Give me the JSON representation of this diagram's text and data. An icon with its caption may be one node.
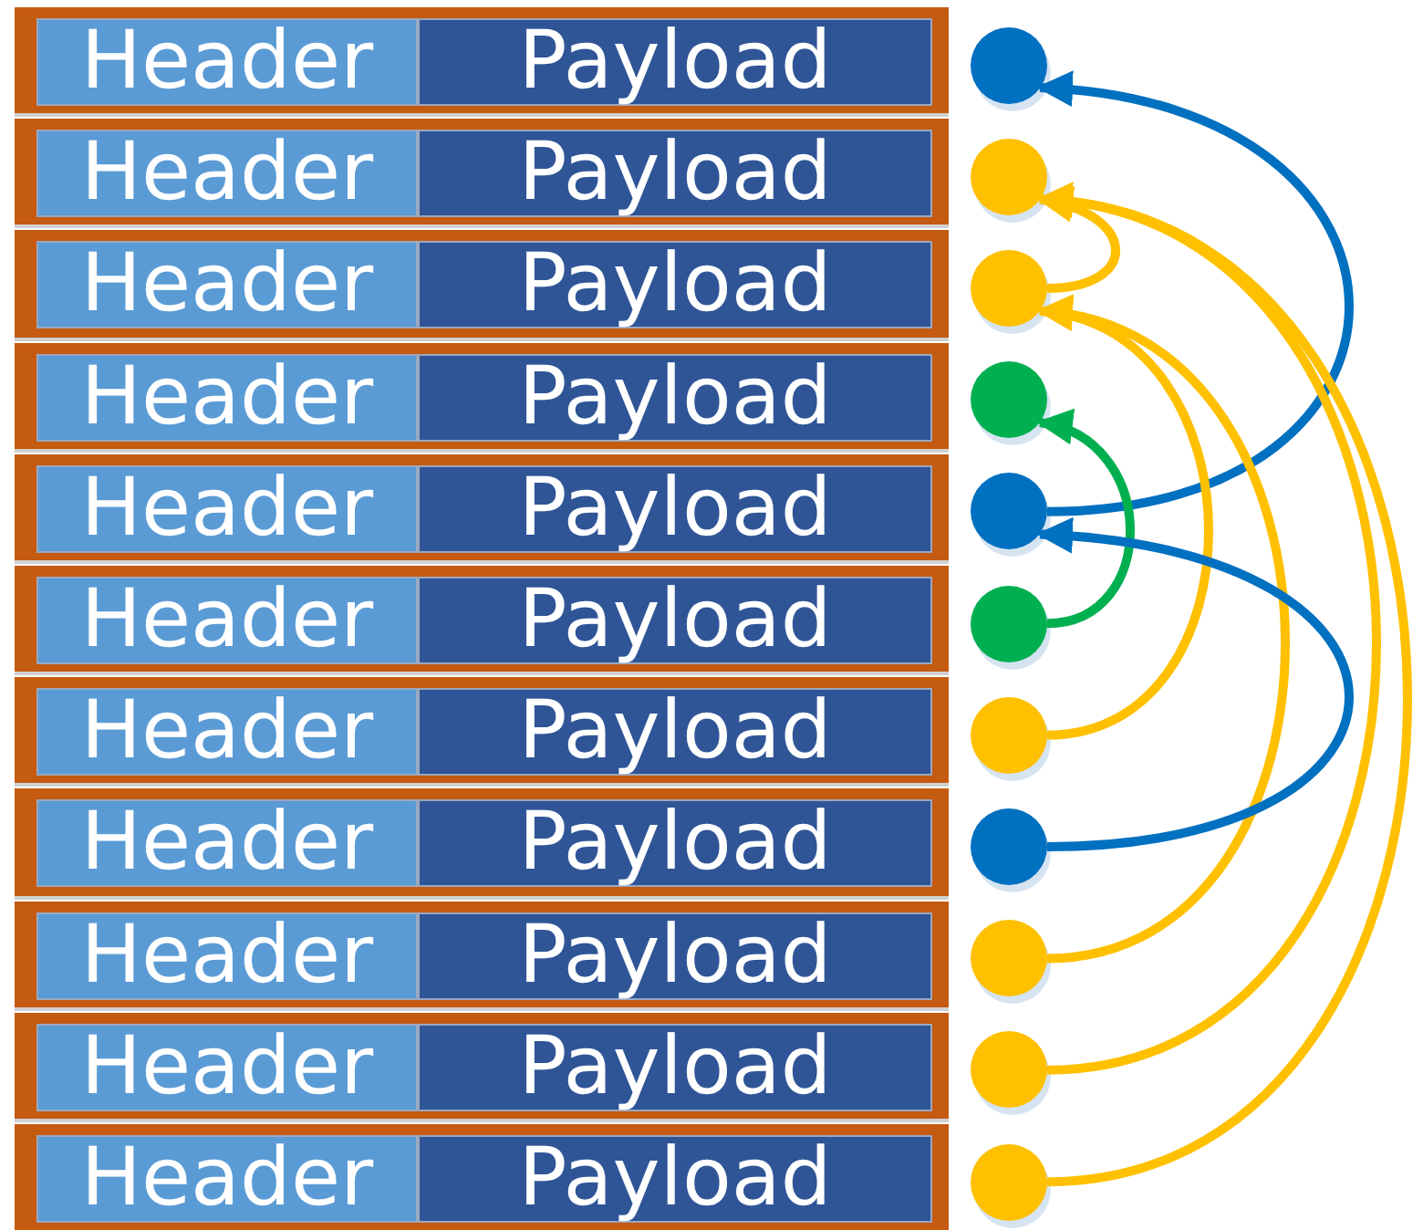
{
  "diagram": {
    "nodes": [
      {
        "text": [],
        "shape": "bar"
      },
      {
        "text": [
          "Header"
        ],
        "in": 0
      },
      {
        "text": [
          "Payload"
        ],
        "in": 0
      },
      {
        "text": [],
        "shape": "circle"
      },
      {
        "text": [],
        "shape": "bar"
      },
      {
        "text": [
          "Header"
        ],
        "in": 4
      },
      {
        "text": [
          "Payload"
        ],
        "in": 4
      },
      {
        "text": [],
        "shape": "circle"
      },
      {
        "text": [],
        "shape": "bar"
      },
      {
        "text": [
          "Header"
        ],
        "in": 8
      },
      {
        "text": [
          "Payload"
        ],
        "in": 8
      },
      {
        "text": [],
        "shape": "circle"
      },
      {
        "text": [],
        "shape": "bar"
      },
      {
        "text": [
          "Header"
        ],
        "in": 12
      },
      {
        "text": [
          "Payload"
        ],
        "in": 12
      },
      {
        "text": [],
        "shape": "circle"
      },
      {
        "text": [],
        "shape": "bar"
      },
      {
        "text": [
          "Header"
        ],
        "in": 16
      },
      {
        "text": [
          "Payload"
        ],
        "in": 16
      },
      {
        "text": [],
        "shape": "circle"
      },
      {
        "text": [],
        "shape": "bar"
      },
      {
        "text": [
          "Header"
        ],
        "in": 20
      },
      {
        "text": [
          "Payload"
        ],
        "in": 20
      },
      {
        "text": [],
        "shape": "circle"
      },
      {
        "text": [],
        "shape": "bar"
      },
      {
        "text": [
          "Header"
        ],
        "in": 24
      },
      {
        "text": [
          "Payload"
        ],
        "in": 24
      },
      {
        "text": [],
        "shape": "circle"
      },
      {
        "text": [],
        "shape": "bar"
      },
      {
        "text": [
          "Header"
        ],
        "in": 28
      },
      {
        "text": [
          "Payload"
        ],
        "in": 28
      },
      {
        "text": [],
        "shape": "circle"
      },
      {
        "text": [],
        "shape": "bar"
      },
      {
        "text": [
          "Header"
        ],
        "in": 32
      },
      {
        "text": [
          "Payload"
        ],
        "in": 32
      },
      {
        "text": [],
        "shape": "circle"
      },
      {
        "text": [],
        "shape": "bar"
      },
      {
        "text": [
          "Header"
        ],
        "in": 36
      },
      {
        "text": [
          "Payload"
        ],
        "in": 36
      },
      {
        "text": [],
        "shape": "circle"
      },
      {
        "text": [],
        "shape": "bar"
      },
      {
        "text": [
          "Header"
        ],
        "in": 40
      },
      {
        "text": [
          "Payload"
        ],
        "in": 40
      },
      {
        "text": [],
        "shape": "circle"
      }
    ],
    "edges": [
      {
        "from": 19,
        "to": 3,
        "arrow": "to",
        "color": "#0070c0"
      },
      {
        "from": 11,
        "to": 7,
        "arrow": "to"
      },
      {
        "from": 27,
        "to": 11,
        "arrow": "to"
      },
      {
        "from": 35,
        "to": 11,
        "arrow": "to"
      },
      {
        "from": 39,
        "to": 7,
        "arrow": "to"
      },
      {
        "from": 43,
        "to": 7,
        "arrow": "to"
      },
      {
        "from": 23,
        "to": 15,
        "arrow": "to",
        "color": "#00b050"
      },
      {
        "from": 31,
        "to": 19,
        "arrow": "to",
        "color": "#0070c0"
      }
    ]
  }
}
